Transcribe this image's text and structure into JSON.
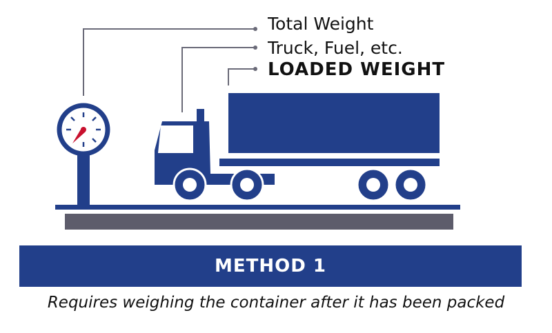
{
  "labels": {
    "total": "Total Weight",
    "truck": "Truck, Fuel, etc.",
    "loaded": "LOADED WEIGHT"
  },
  "banner": "METHOD 1",
  "caption": "Requires weighing the container after it has been packed",
  "colors": {
    "blue": "#223f8a",
    "gray": "#5d5c6b",
    "needle": "#c8102e",
    "leader": "#6a6a78"
  }
}
